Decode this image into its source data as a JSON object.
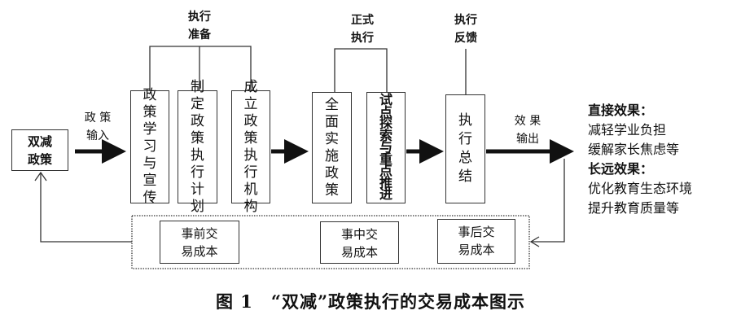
{
  "diagram": {
    "source_node": {
      "line1": "双减",
      "line2": "政策"
    },
    "input_label": {
      "line1": "政 策",
      "line2": "输入"
    },
    "groups": [
      {
        "label": {
          "line1": "执行",
          "line2": "准备"
        },
        "steps": [
          {
            "chars": [
              "政",
              "策",
              "学",
              "习",
              "与",
              "宣",
              "传"
            ]
          },
          {
            "chars": [
              "制",
              "定",
              "政",
              "策",
              "执",
              "行",
              "计",
              "划"
            ]
          },
          {
            "chars": [
              "成",
              "立",
              "政",
              "策",
              "执",
              "行",
              "机",
              "构"
            ]
          }
        ]
      },
      {
        "label": {
          "line1": "正式",
          "line2": "执行"
        },
        "steps": [
          {
            "chars": [
              "全",
              "面",
              "实",
              "施",
              "政",
              "策"
            ]
          },
          {
            "chars": [
              "试",
              "点",
              "探",
              "索",
              "与",
              "重",
              "点",
              "推",
              "进"
            ]
          }
        ]
      },
      {
        "label": {
          "line1": "执行",
          "line2": "反馈"
        },
        "steps": [
          {
            "chars": [
              "执",
              "行",
              "总",
              "结"
            ]
          }
        ]
      }
    ],
    "output_label": {
      "line1": "效 果",
      "line2": "输出"
    },
    "effects": {
      "direct_title": "直接效果：",
      "direct_items": [
        "减轻学业负担",
        "缓解家长焦虑等"
      ],
      "long_title": "长远效果：",
      "long_items": [
        "优化教育生态环境",
        "提升教育质量等"
      ]
    },
    "costs": [
      {
        "line1": "事前交",
        "line2": "易成本"
      },
      {
        "line1": "事中交",
        "line2": "易成本"
      },
      {
        "line1": "事后交",
        "line2": "易成本"
      }
    ]
  },
  "caption": "图 1　“双减”政策执行的交易成本图示"
}
